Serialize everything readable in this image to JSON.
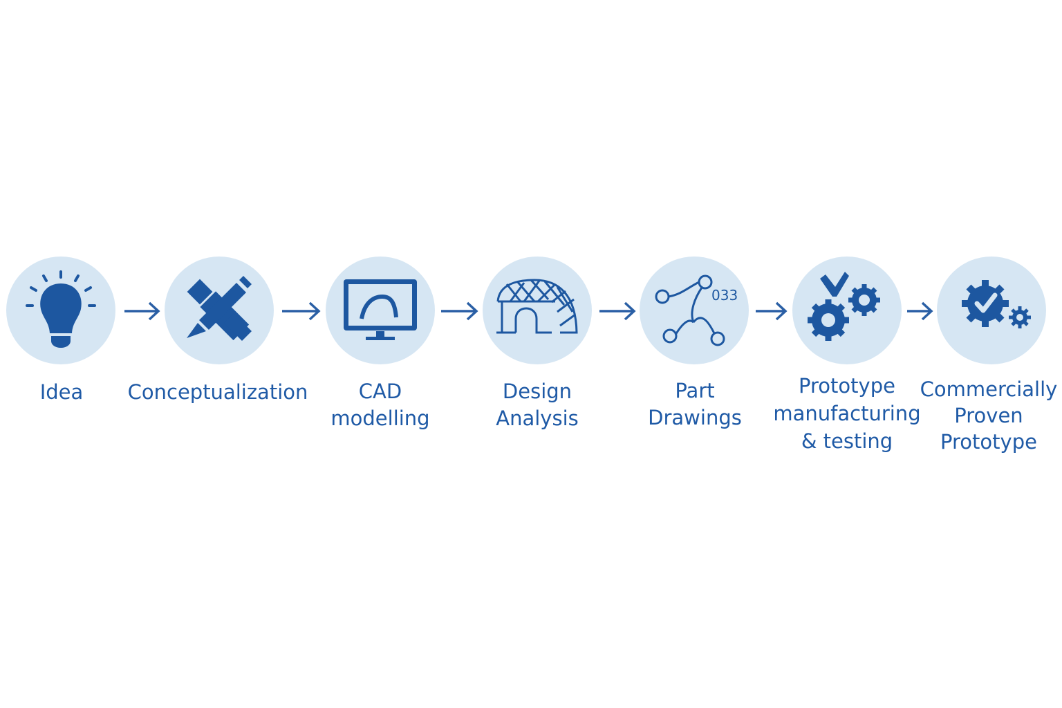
{
  "colors": {
    "accent": "#1d57a0",
    "circle": "#d6e6f3",
    "text": "#1f5aa6"
  },
  "steps": [
    {
      "icon": "lightbulb-icon",
      "lines": [
        "Idea"
      ]
    },
    {
      "icon": "pencil-ruler-icon",
      "lines": [
        "Conceptualization"
      ]
    },
    {
      "icon": "monitor-cad-icon",
      "lines": [
        "CAD",
        "modelling"
      ]
    },
    {
      "icon": "mesh-arch-icon",
      "lines": [
        "Design",
        "Analysis"
      ]
    },
    {
      "icon": "drawing-nodes-icon",
      "lines": [
        "Part",
        "Drawings"
      ],
      "icon_text": "033"
    },
    {
      "icon": "gears-hammer-icon",
      "lines": [
        "Prototype",
        "manufacturing",
        "& testing"
      ]
    },
    {
      "icon": "gear-check-icon",
      "lines": [
        "Commercially",
        "Proven",
        "Prototype"
      ]
    }
  ]
}
